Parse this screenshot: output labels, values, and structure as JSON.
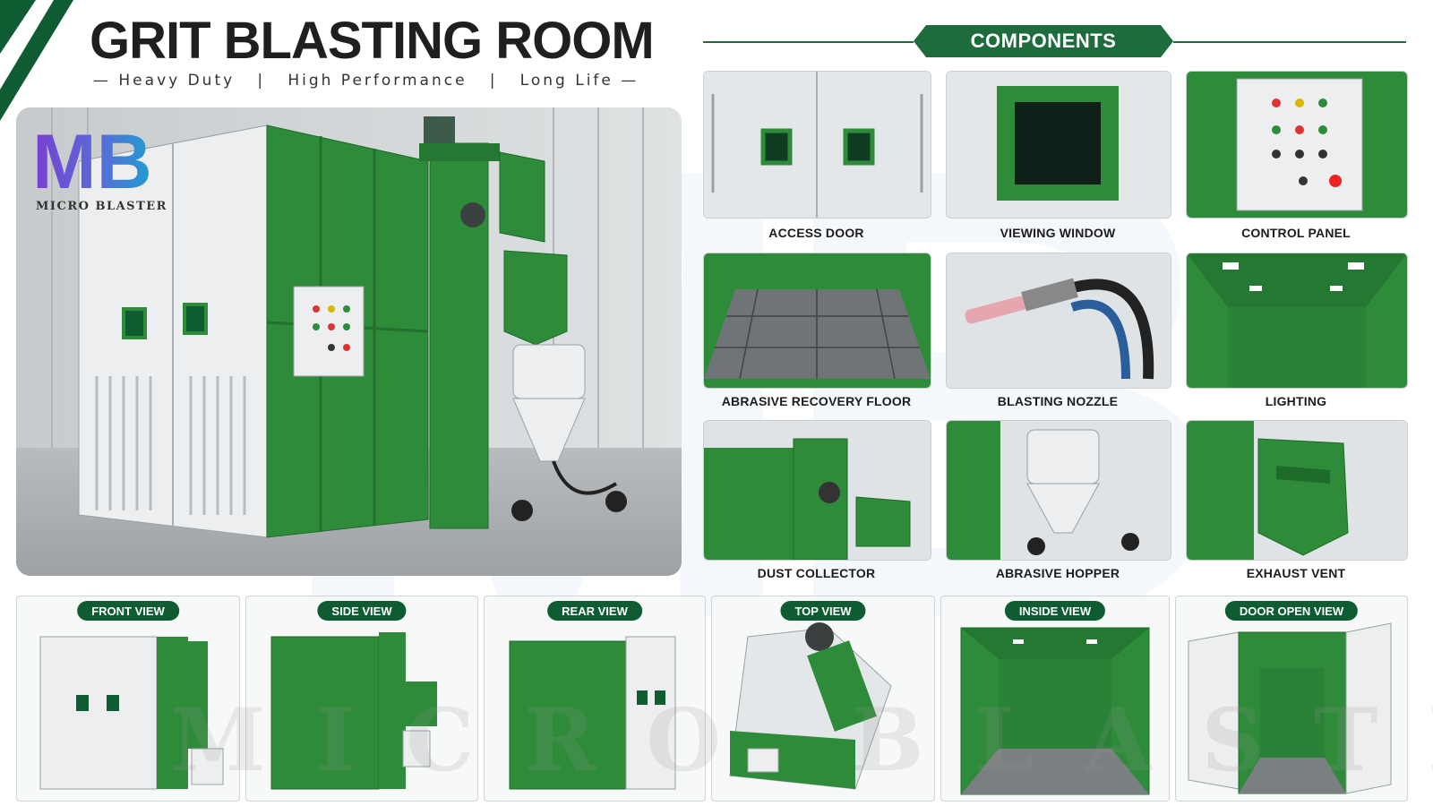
{
  "header": {
    "title": "GRIT BLASTING ROOM",
    "tagline": "— Heavy Duty   |   High Performance   |   Long Life —"
  },
  "logo": {
    "mark": "MB",
    "brand": "MICRO BLASTER"
  },
  "components": {
    "heading": "COMPONENTS",
    "items": [
      {
        "label": "ACCESS DOOR"
      },
      {
        "label": "VIEWING WINDOW"
      },
      {
        "label": "CONTROL PANEL"
      },
      {
        "label": "ABRASIVE RECOVERY FLOOR"
      },
      {
        "label": "BLASTING NOZZLE"
      },
      {
        "label": "LIGHTING"
      },
      {
        "label": "DUST COLLECTOR"
      },
      {
        "label": "ABRASIVE HOPPER"
      },
      {
        "label": "EXHAUST VENT"
      }
    ]
  },
  "views": [
    {
      "label": "FRONT VIEW"
    },
    {
      "label": "SIDE VIEW"
    },
    {
      "label": "REAR VIEW"
    },
    {
      "label": "TOP VIEW"
    },
    {
      "label": "INSIDE VIEW"
    },
    {
      "label": "DOOR OPEN VIEW"
    }
  ],
  "watermark": "MICRO BLASTER",
  "colors": {
    "brand_green": "#2e8b3a",
    "dark_green": "#0f5c32",
    "panel_white": "#e9ecee"
  }
}
